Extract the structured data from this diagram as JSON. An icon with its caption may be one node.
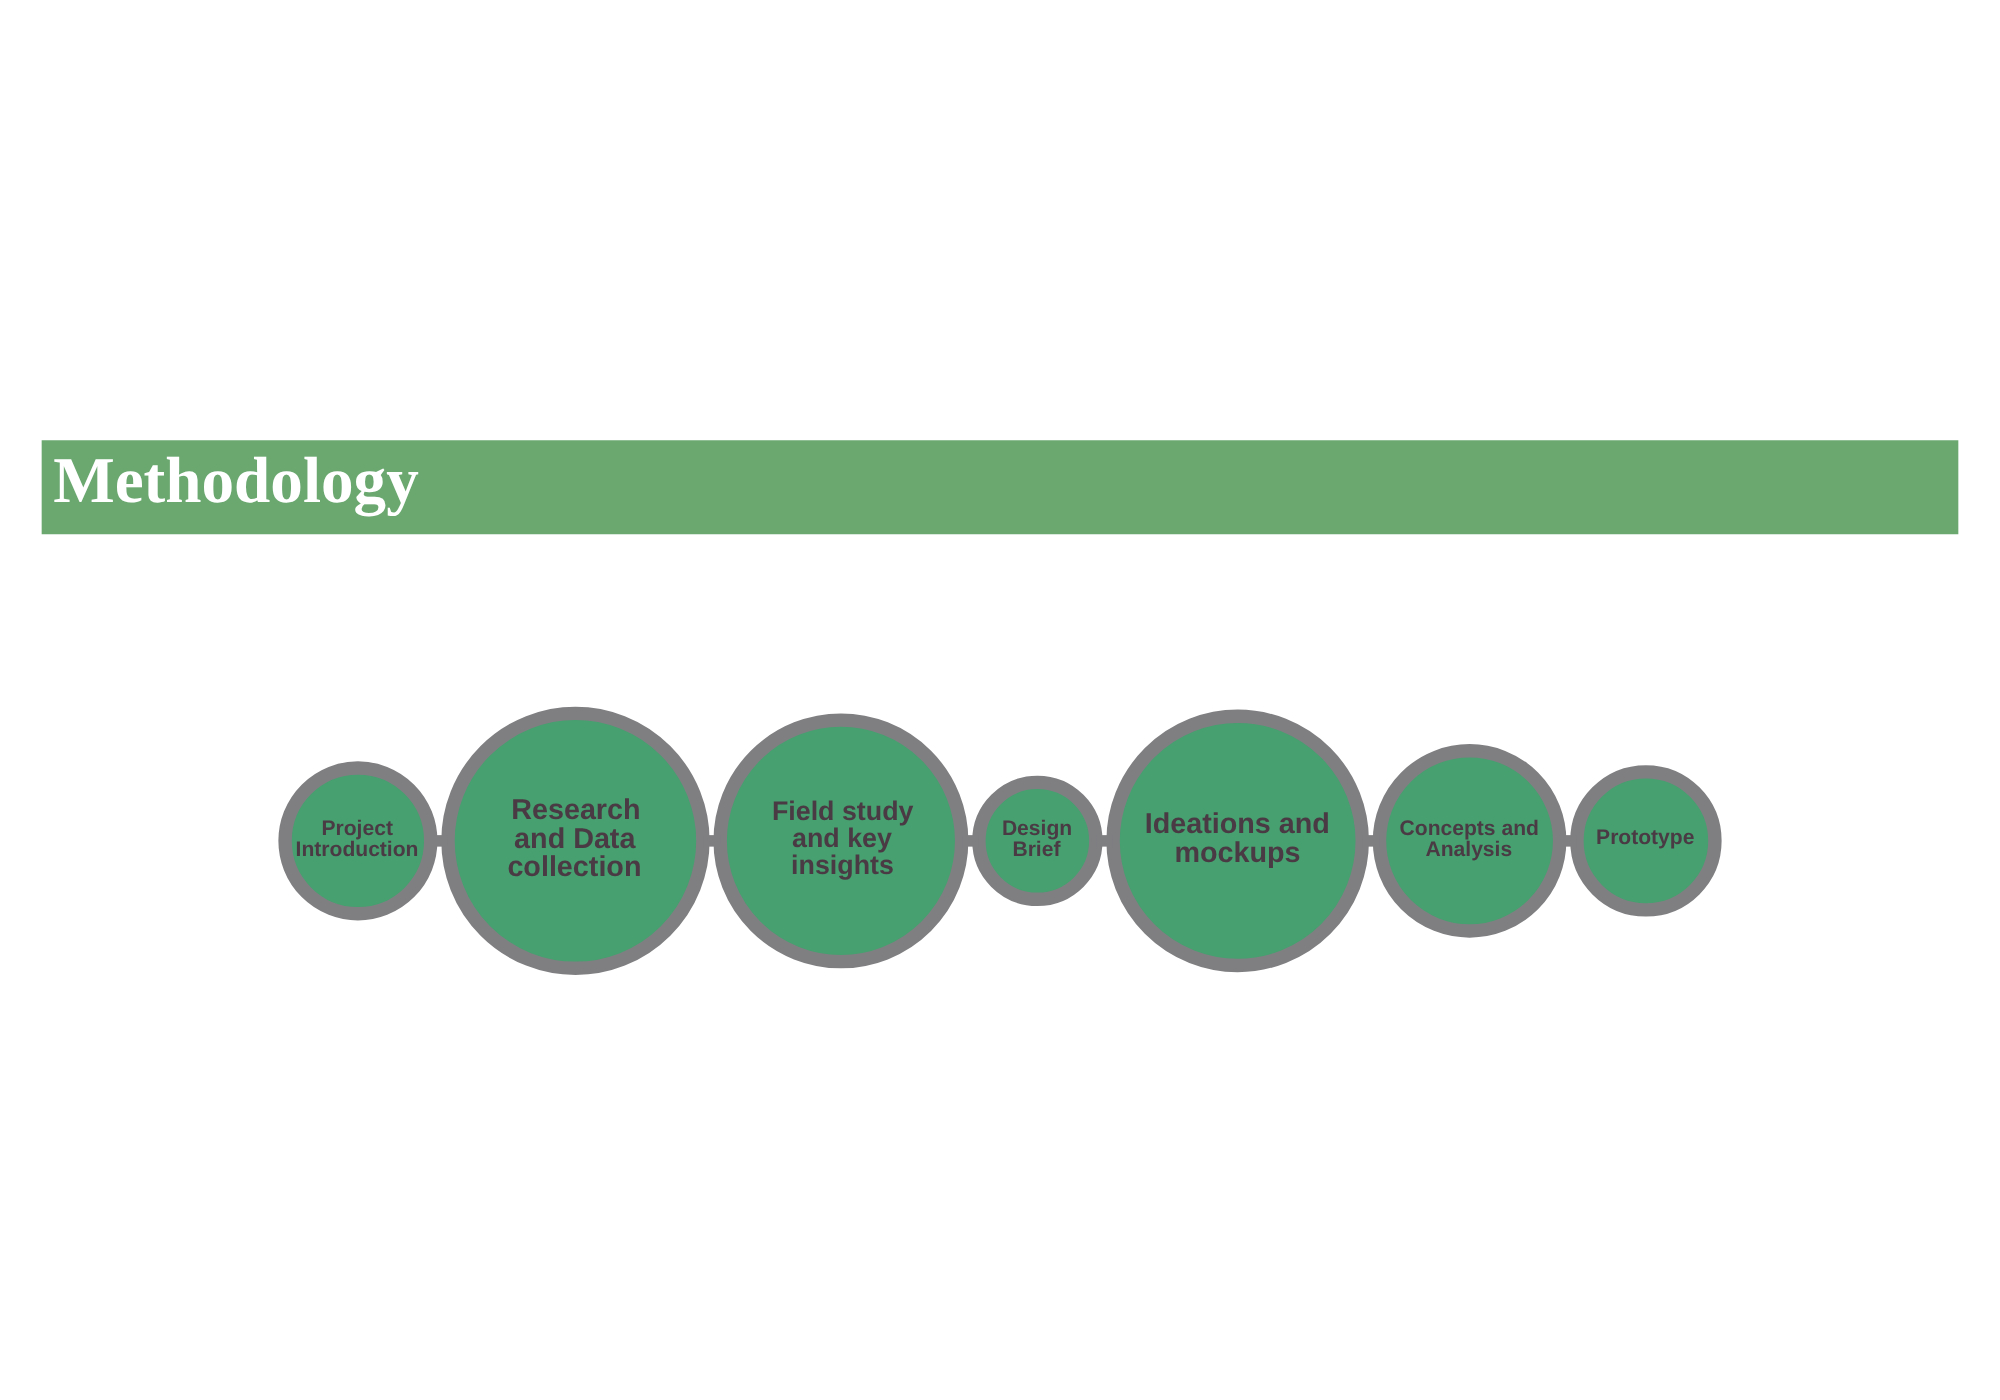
{
  "diagram": {
    "title": "Methodology",
    "nodes": [
      {
        "text": [
          "Project Introduction"
        ]
      },
      {
        "text": [
          "Research and Data collection"
        ]
      },
      {
        "text": [
          "Field study and key insights"
        ]
      },
      {
        "text": [
          "Design Brief"
        ]
      },
      {
        "text": [
          "Ideations and mockups"
        ]
      },
      {
        "text": [
          "Concepts and Analysis"
        ]
      },
      {
        "text": [
          "Prototype"
        ]
      }
    ],
    "edges": [
      {
        "from": 0,
        "to": 1,
        "arrow": "none"
      },
      {
        "from": 1,
        "to": 2,
        "arrow": "none"
      },
      {
        "from": 2,
        "to": 3,
        "arrow": "none"
      },
      {
        "from": 3,
        "to": 4,
        "arrow": "none"
      },
      {
        "from": 4,
        "to": 5,
        "arrow": "none"
      },
      {
        "from": 5,
        "to": 6,
        "arrow": "none"
      }
    ]
  }
}
